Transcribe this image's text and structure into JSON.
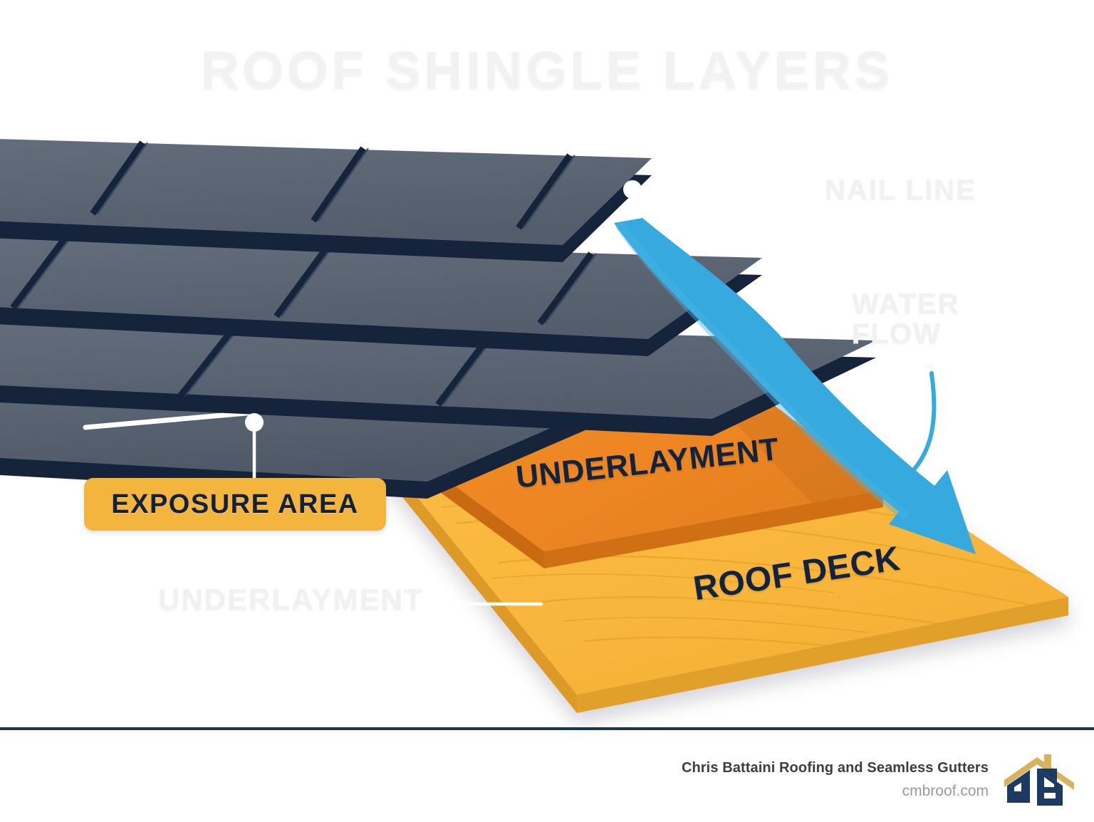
{
  "page": {
    "title": "ROOF SHINGLE LAYERS",
    "background": "#ffffff"
  },
  "colors": {
    "title_text": "#f2f2f2",
    "ghost_label": "#f1f1f1",
    "badge_bg": "#f4b53f",
    "badge_text": "#13213a",
    "shingle_face": "#5e6a79",
    "shingle_face_dark": "#4e5a6a",
    "shingle_edge": "#16243b",
    "underlayment": "#ee8723",
    "underlayment_edge": "#c96a12",
    "roof_deck": "#f9b63c",
    "roof_deck_edge": "#e09a22",
    "water_arrow": "#36a9de",
    "footer_rule": "#17355c",
    "footer_company_text": "#3e3e3e",
    "footer_site_text": "#9a9a9a",
    "logo_gold": "#d6b45e",
    "logo_navy": "#1d3a63"
  },
  "labels": {
    "nail_line": "NAIL LINE",
    "water_flow": "WATER\nFLOW",
    "underlayment_ghost": "UNDERLAYMENT",
    "exposure_area": "EXPOSURE AREA",
    "underlayment": "UNDERLAYMENT",
    "roof_deck": "ROOF DECK"
  },
  "footer": {
    "company": "Chris Battaini Roofing and Seamless Gutters",
    "website": "cmbroof.com",
    "logo_name": "CB"
  },
  "diagram": {
    "type": "layered-roof-cutaway",
    "layers": [
      {
        "name": "shingles",
        "label": "EXPOSURE AREA",
        "color": "#5e6a79",
        "rows": 4
      },
      {
        "name": "underlayment",
        "label": "UNDERLAYMENT",
        "color": "#ee8723"
      },
      {
        "name": "roof-deck",
        "label": "ROOF DECK",
        "color": "#f9b63c"
      }
    ],
    "annotations": [
      {
        "name": "nail-line",
        "label": "NAIL LINE",
        "dot": [
          888,
          266
        ]
      },
      {
        "name": "exposure-area",
        "label": "EXPOSURE AREA",
        "dot": [
          357,
          593
        ]
      },
      {
        "name": "water-flow",
        "label": "WATER FLOW"
      },
      {
        "name": "underlayment-callout",
        "label": "UNDERLAYMENT"
      }
    ]
  }
}
